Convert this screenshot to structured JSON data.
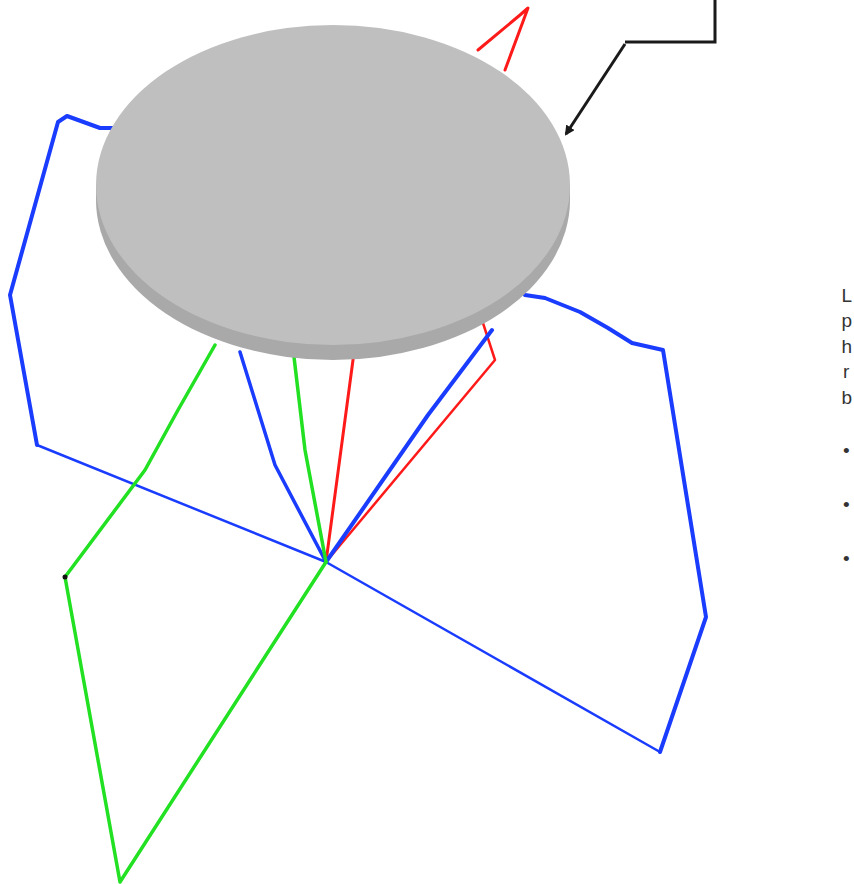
{
  "diagram": {
    "labels": [
      "L",
      "p",
      "h",
      "r",
      "b",
      "•",
      "•",
      "•"
    ]
  }
}
